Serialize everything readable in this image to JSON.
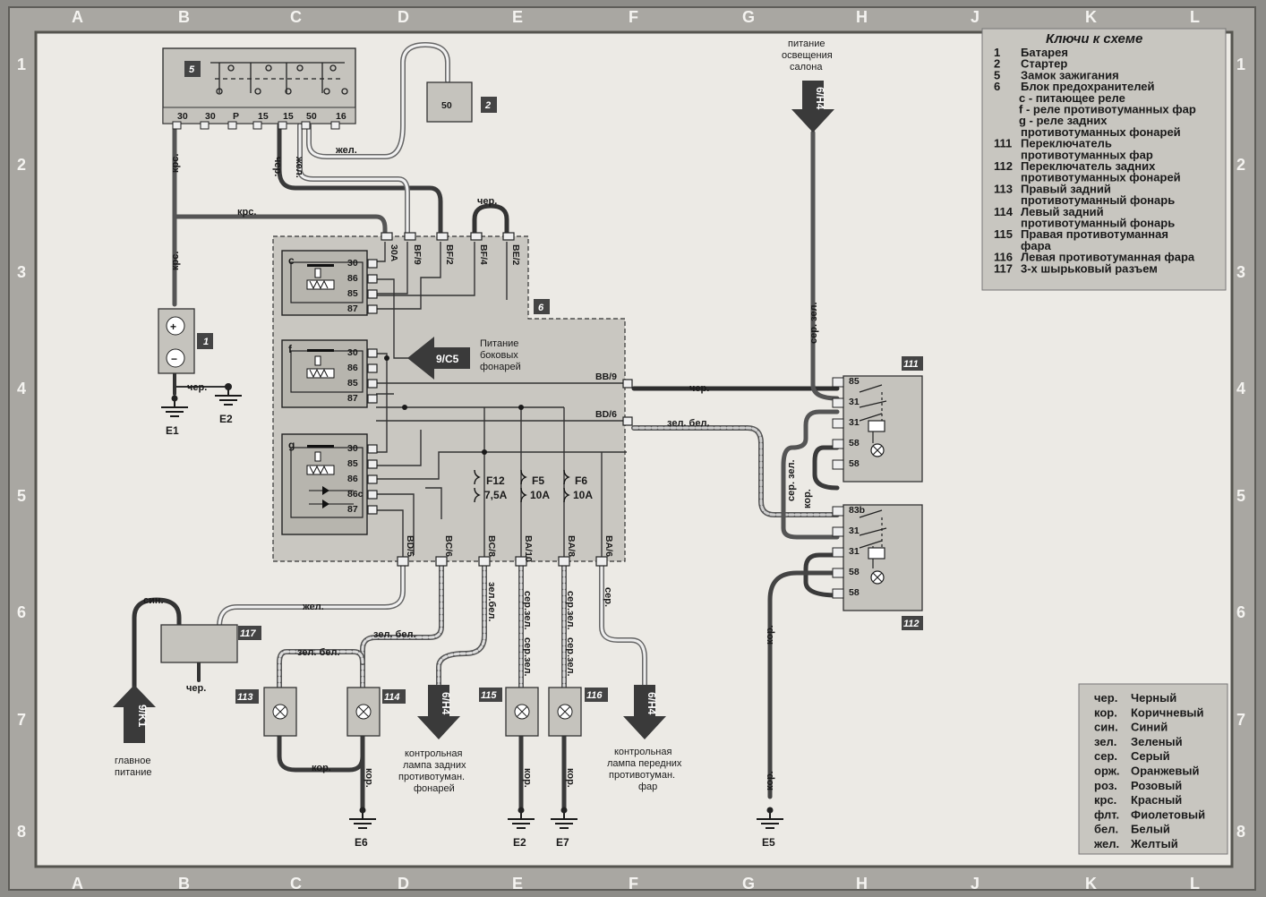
{
  "grid": {
    "columns": [
      "A",
      "B",
      "C",
      "D",
      "E",
      "F",
      "G",
      "H",
      "J",
      "K",
      "L"
    ],
    "rows": [
      "1",
      "2",
      "3",
      "4",
      "5",
      "6",
      "7",
      "8"
    ]
  },
  "components": {
    "c5": {
      "num": "5",
      "pins": [
        "30",
        "30",
        "P",
        "15",
        "15",
        "50",
        "16"
      ]
    },
    "c2": {
      "num": "2",
      "pin": "50"
    },
    "c1": {
      "num": "1",
      "plus": "+",
      "minus": "−"
    },
    "c6": {
      "num": "6"
    },
    "c111": {
      "num": "111",
      "pins": [
        "85",
        "31",
        "31",
        "58",
        "58"
      ]
    },
    "c112": {
      "num": "112",
      "pins": [
        "83b",
        "31",
        "31",
        "58",
        "58"
      ]
    },
    "c113": {
      "num": "113"
    },
    "c114": {
      "num": "114"
    },
    "c115": {
      "num": "115"
    },
    "c116": {
      "num": "116"
    },
    "c117": {
      "num": "117"
    }
  },
  "relays": {
    "c": {
      "letter": "c",
      "pins": [
        "30",
        "86",
        "85",
        "87"
      ]
    },
    "f": {
      "letter": "f",
      "pins": [
        "30",
        "86",
        "85",
        "87"
      ]
    },
    "g": {
      "letter": "g",
      "pins": [
        "30",
        "85",
        "86",
        "86c",
        "87"
      ]
    }
  },
  "fuses": {
    "f12": {
      "name": "F12",
      "value": "7,5A"
    },
    "f5": {
      "name": "F5",
      "value": "10A"
    },
    "f6": {
      "name": "F6",
      "value": "10A"
    }
  },
  "fuse_box": {
    "top_pins": [
      "30A",
      "BF/9",
      "BF/2",
      "BF/4",
      "BE/2"
    ],
    "right_pins": [
      "BB/9",
      "BD/6"
    ],
    "bottom_pins": [
      "BD/5",
      "BC/6",
      "BC/8",
      "BA/10",
      "BA/8",
      "BA/6"
    ]
  },
  "wires": {
    "krs": "крс.",
    "cher": "чер.",
    "zhel": "жел.",
    "kor": "кор.",
    "sin": "син.",
    "zel_bel": "зел. бел.",
    "ser_zel": "сер. зел.",
    "zel_bel_rot": "зел.бел.",
    "ser_zel_2": "сер.зел.",
    "ser": "сер."
  },
  "arrows": {
    "side_lights": "9/C5",
    "interior": "6/H4",
    "main_power": "9/K1",
    "rear_lamp": "6/H4",
    "front_lamp": "6/H4"
  },
  "labels": {
    "interior_l1": "питание",
    "interior_l2": "освещения",
    "interior_l3": "салона",
    "side_l1": "Питание",
    "side_l2": "боковых",
    "side_l3": "фонарей",
    "main_l1": "главное",
    "main_l2": "питание",
    "rear_l1": "контрольная",
    "rear_l2": "лампа задних",
    "rear_l3": "противотуман.",
    "rear_l4": "фонарей",
    "front_l1": "контрольная",
    "front_l2": "лампа передних",
    "front_l3": "противотуман.",
    "front_l4": "фар"
  },
  "grounds": [
    "E1",
    "E2",
    "E6",
    "E2",
    "E7",
    "E5"
  ],
  "key_box": {
    "title": "Ключи к схеме",
    "items": [
      {
        "n": "1",
        "t": "Батарея"
      },
      {
        "n": "2",
        "t": "Стартер"
      },
      {
        "n": "5",
        "t": "Замок зажигания"
      },
      {
        "n": "6",
        "t": "Блок предохранителей"
      },
      {
        "n": "",
        "t": "c - питающее реле"
      },
      {
        "n": "",
        "t": "f - реле противотуманных фар"
      },
      {
        "n": "",
        "t": "g - реле задних"
      },
      {
        "n": "",
        "t": "противотуманных фонарей"
      },
      {
        "n": "111",
        "t": "Переключатель"
      },
      {
        "n": "",
        "t": "противотуманных фар"
      },
      {
        "n": "112",
        "t": "Переключатель задних"
      },
      {
        "n": "",
        "t": "противотуманных фонарей"
      },
      {
        "n": "113",
        "t": "Правый задний"
      },
      {
        "n": "",
        "t": "противотуманный фонарь"
      },
      {
        "n": "114",
        "t": "Левый задний"
      },
      {
        "n": "",
        "t": "противотуманный фонарь"
      },
      {
        "n": "115",
        "t": "Правая противотуманная"
      },
      {
        "n": "",
        "t": "фара"
      },
      {
        "n": "116",
        "t": "Левая противотуманная фара"
      },
      {
        "n": "117",
        "t": "3-х шырьковый разъем"
      }
    ]
  },
  "color_box": {
    "items": [
      {
        "a": "чер.",
        "n": "Черный"
      },
      {
        "a": "кор.",
        "n": "Коричневый"
      },
      {
        "a": "син.",
        "n": "Синий"
      },
      {
        "a": "зел.",
        "n": "Зеленый"
      },
      {
        "a": "сер.",
        "n": "Серый"
      },
      {
        "a": "орж.",
        "n": "Оранжевый"
      },
      {
        "a": "роз.",
        "n": "Розовый"
      },
      {
        "a": "крс.",
        "n": "Красный"
      },
      {
        "a": "флт.",
        "n": "Фиолетовый"
      },
      {
        "a": "бел.",
        "n": "Белый"
      },
      {
        "a": "жел.",
        "n": "Желтый"
      }
    ]
  }
}
